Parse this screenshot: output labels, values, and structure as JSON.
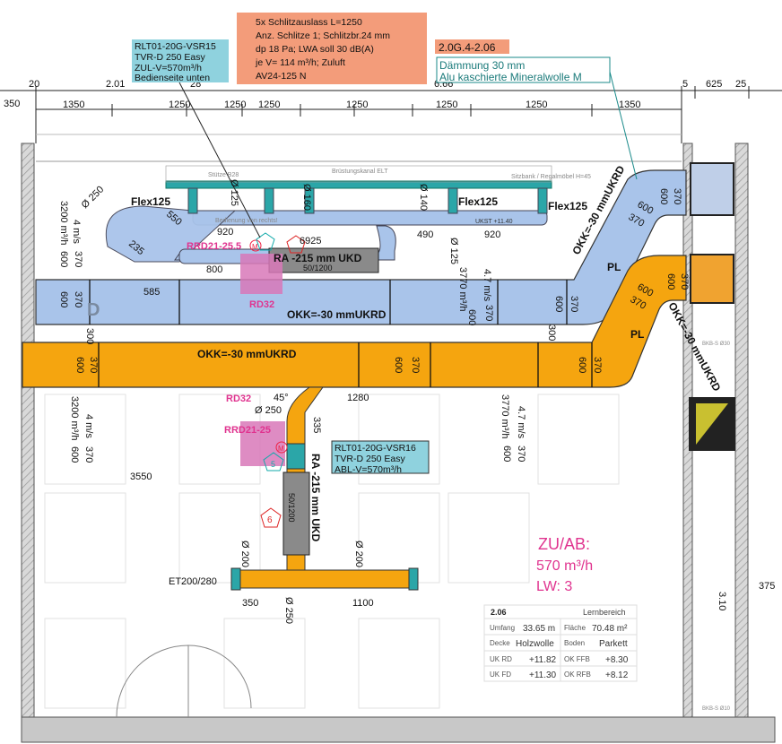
{
  "colors": {
    "supply_duct": "#a9c4ea",
    "exhaust_duct": "#f5a50f",
    "silencer": "#8a8a8a",
    "flex_duct": "#2ba6a8",
    "info_box_cyan": "#8fd2de",
    "info_box_salmon": "#f39c7a",
    "pink_marker": "#e0338f",
    "damper_box": "#d878b8"
  },
  "top_dimensions": {
    "row1": [
      "20",
      "2.01",
      "28",
      "6.66",
      "5",
      "625",
      "25"
    ],
    "row2": [
      "1350",
      "1250",
      "1250",
      "1250",
      "1250",
      "1250",
      "1250",
      "1350"
    ],
    "left": "350"
  },
  "info_boxes": {
    "vsr15": [
      "RLT01-20G-VSR15",
      "TVR-D 250 Easy",
      "ZUL-V=570m³/h",
      "Bedienseite unten"
    ],
    "outlet": [
      "5x Schlitzauslass L=1250",
      "Anz. Schlitze 1; Schlitzbr.24 mm",
      "dp 18 Pa; LWA soll 30 dB(A)",
      "je V= 114 m³/h; Zuluft",
      "AV24-125 N"
    ],
    "room_code": "2.0G.4-2.06",
    "insulation": [
      "Dämmung 30 mm",
      "Alu kaschierte Mineralwolle M"
    ],
    "vsr16": [
      "RLT01-20G-VSR16",
      "TVR-D 250 Easy",
      "ABL-V=570m³/h"
    ]
  },
  "plan_labels": {
    "stuetze": "Stütze B28",
    "bruestungskanal": "Brüstungskanal ELT",
    "sitzbank": "Sitzbank / Regalmöbel H=45",
    "beleuchtung": "Bedienung von rechts!",
    "ukst": "UKST +11.40",
    "flex_left": "Flex125",
    "flex_mid": "Flex125",
    "flex_right": "Flex125",
    "d250_top": "Ø 250",
    "d125_a": "Ø 125",
    "d160": "Ø 160",
    "d140": "Ø 140",
    "d125_b": "Ø 125",
    "dim_550": "550",
    "dim_235": "235",
    "dim_920a": "920",
    "dim_6925": "6925",
    "dim_800": "800",
    "dim_585": "585",
    "dim_490": "490",
    "dim_920b": "920",
    "rrd_top": "RRD21-25.5",
    "rd32_top": "RD32",
    "silencer_top": "RA -215 mm UKD",
    "silencer_top_size": "50/1200",
    "supply_flow_left": "3200 m³/h",
    "supply_speed_left": "4 m/s",
    "supply_size_left_a": "600",
    "supply_size_left_b": "370",
    "supply_main_a": "600",
    "supply_main_b": "370",
    "supply_letter": "D",
    "supply_okk": "OKK=-30 mmUKRD",
    "supply_flow_mid": "3770 m³/h",
    "supply_speed_mid": "4.7 m/s",
    "supply_mid_a": "600",
    "supply_mid_b": "370",
    "supply_right_a": "600",
    "supply_right_b": "370",
    "supply_pl": "PL",
    "supply_bend_a": "600",
    "supply_bend_b": "370",
    "supply_riser_a": "600",
    "supply_riser_b": "370",
    "supply_okk_diag": "OKK=-30 mmUKRD",
    "gap_300a": "300",
    "gap_300b": "300",
    "exhaust_okk": "OKK=-30 mmUKRD",
    "exhaust_left_a": "600",
    "exhaust_left_b": "370",
    "exhaust_mid_a": "600",
    "exhaust_mid_b": "370",
    "exhaust_right_a": "600",
    "exhaust_right_b": "370",
    "exhaust_pl": "PL",
    "exhaust_bend_a": "600",
    "exhaust_bend_b": "370",
    "exhaust_riser_a": "600",
    "exhaust_riser_b": "370",
    "exhaust_okk_diag": "OKK=-30 mmUKRD",
    "exhaust_flow_left": "3200 m³/h",
    "exhaust_speed_left": "4 m/s",
    "exhaust_left2_a": "600",
    "exhaust_left2_b": "370",
    "exhaust_flow_right": "3770 m³/h",
    "exhaust_speed_right": "4.7 m/s",
    "exhaust_right2_a": "600",
    "exhaust_right2_b": "370",
    "rd32_bottom": "RD32",
    "angle_45": "45°",
    "d250_mid": "Ø 250",
    "dim_1280": "1280",
    "dim_335": "335",
    "rrd_bottom": "RRD21-25",
    "dim_3550": "3550",
    "silencer_bottom": "RA -215 mm UKD",
    "silencer_bottom_size": "50/1200",
    "marker_m": "M",
    "marker_5": "5",
    "marker_6": "6",
    "d200_left": "Ø 200",
    "d200_right": "Ø 200",
    "et": "ET200/280",
    "dim_350": "350",
    "d250_bottom": "Ø 250",
    "dim_1100": "1100",
    "right_375": "375",
    "right_310": "3.10",
    "right_bkb": "BKB-S Ø30",
    "right_bkb2": "BKB-S Ø10"
  },
  "air_summary": {
    "line1": "ZU/AB:",
    "line2": "570 m³/h",
    "line3": "LW: 3"
  },
  "room_table": {
    "number": "2.06",
    "name": "Lernbereich",
    "rows": [
      {
        "k1": "Umfang",
        "v1": "33.65 m",
        "k2": "Fläche",
        "v2": "70.48 m²"
      },
      {
        "k1": "Decke",
        "v1": "Holzwolle",
        "k2": "Boden",
        "v2": "Parkett"
      },
      {
        "k1": "UK RD",
        "v1": "+11.82",
        "k2": "OK FFB",
        "v2": "+8.30"
      },
      {
        "k1": "UK FD",
        "v1": "+11.30",
        "k2": "OK RFB",
        "v2": "+8.12"
      }
    ]
  }
}
